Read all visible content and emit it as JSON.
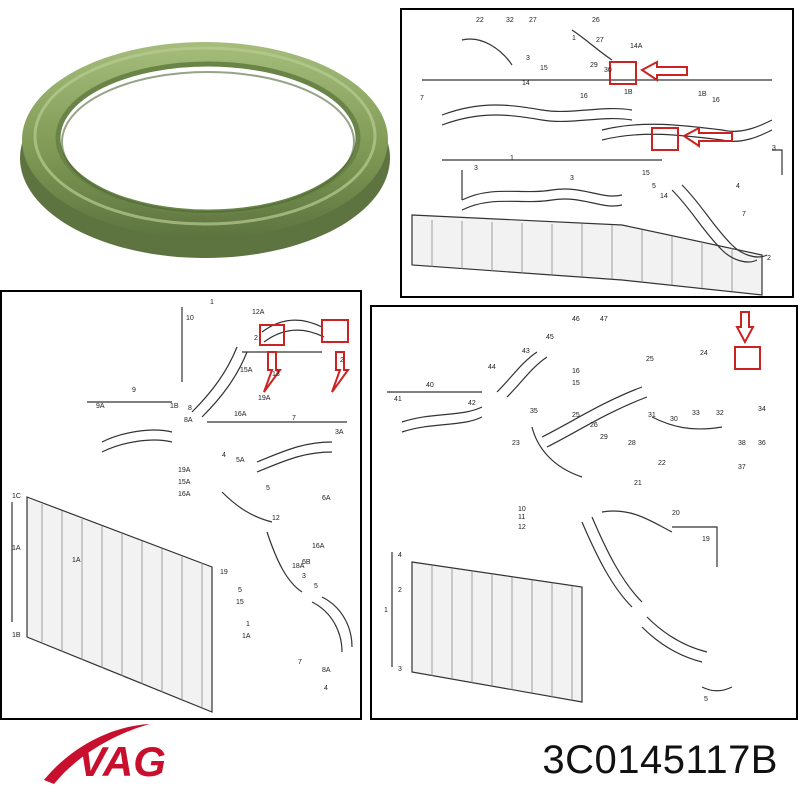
{
  "brand": {
    "name": "VAG",
    "color": "#c8102e",
    "swoosh_color": "#c8102e"
  },
  "part_number": "3C0145117B",
  "seal_photo": {
    "ring_color": "#7f9a55",
    "ring_shadow": "#5d7440",
    "ring_highlight": "#a6bd7c"
  },
  "highlight_color": "#cc2222",
  "diagram_top_right": {
    "labels": [
      "22",
      "32",
      "27",
      "26",
      "1",
      "14A",
      "27",
      "29",
      "30",
      "3",
      "15",
      "14",
      "16",
      "1B",
      "16",
      "1B",
      "7",
      "1",
      "3",
      "3",
      "15",
      "5",
      "14",
      "4",
      "3",
      "7",
      "2"
    ]
  },
  "diagram_bottom_left": {
    "labels": [
      "1",
      "10",
      "12A",
      "2",
      "13",
      "2",
      "15A",
      "19A",
      "16A",
      "9",
      "9A",
      "1B",
      "8",
      "8A",
      "7",
      "3A",
      "4",
      "5A",
      "19A",
      "15A",
      "16A",
      "5",
      "6A",
      "12",
      "16A",
      "6B",
      "19",
      "18A",
      "5",
      "15",
      "1C",
      "1A",
      "1A",
      "1B",
      "1A",
      "7",
      "8A",
      "4",
      "1",
      "3",
      "5"
    ]
  },
  "diagram_bottom_right": {
    "labels": [
      "46",
      "47",
      "45",
      "24",
      "25",
      "44",
      "43",
      "16",
      "15",
      "40",
      "41",
      "42",
      "35",
      "25",
      "26",
      "31",
      "30",
      "33",
      "32",
      "34",
      "23",
      "29",
      "28",
      "38",
      "36",
      "37",
      "22",
      "21",
      "20",
      "19",
      "10",
      "11",
      "12",
      "4",
      "2",
      "1",
      "3",
      "5"
    ]
  }
}
